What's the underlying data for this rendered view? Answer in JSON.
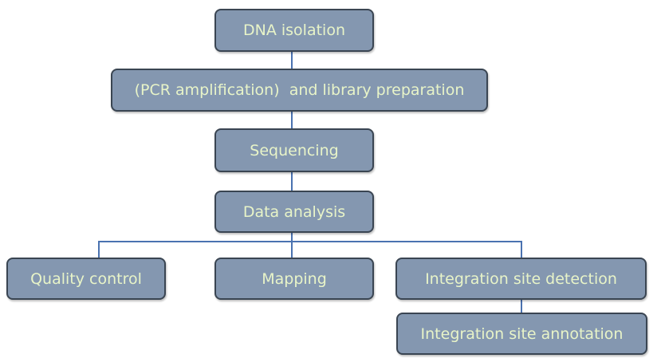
{
  "diagram": {
    "line_color": "#4a72b0",
    "node_fill": "#8497b0",
    "node_border": "#3a4552",
    "text_color": "#e8f4c8",
    "nodes": {
      "dna_isolation": "DNA isolation",
      "pcr_library_prep": "(PCR amplification)  and library preparation",
      "sequencing": "Sequencing",
      "data_analysis": "Data analysis",
      "quality_control": "Quality control",
      "mapping": "Mapping",
      "integration_site_detection": "Integration site detection",
      "integration_site_annotation": "Integration site annotation"
    }
  }
}
